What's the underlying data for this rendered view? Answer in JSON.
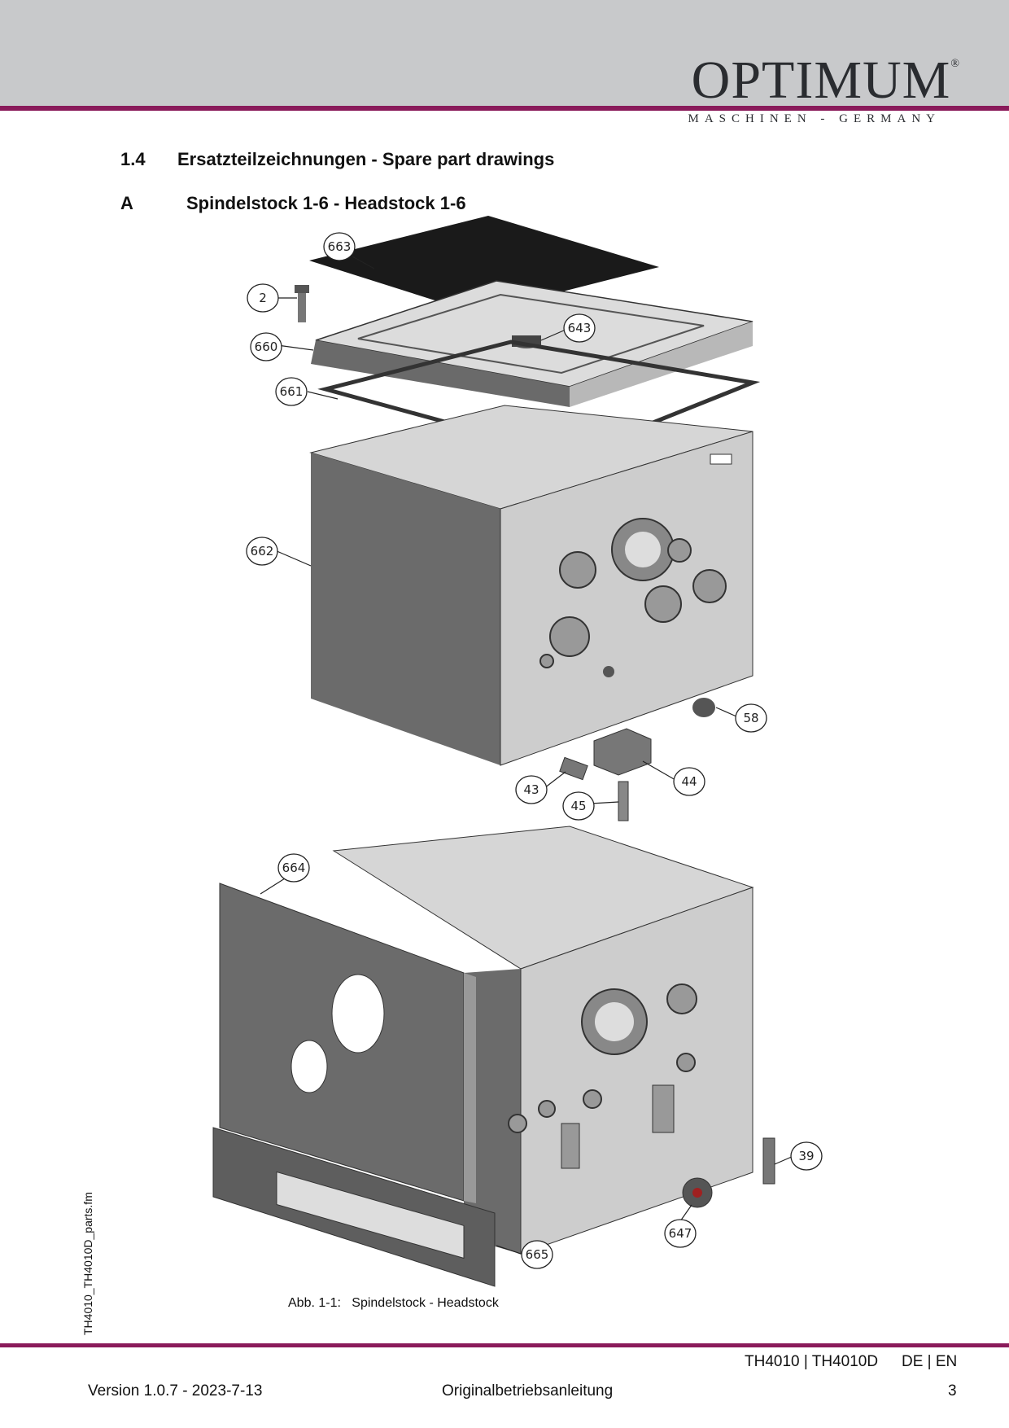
{
  "header": {
    "brand": "OPTIMUM",
    "brand_mark": "®",
    "brand_sub": "MASCHINEN - GERMANY",
    "accent_color": "#8a1a5a"
  },
  "section": {
    "number": "1.4",
    "title": "Ersatzteilzeichnungen - Spare part drawings"
  },
  "subsection": {
    "letter": "A",
    "title": "Spindelstock 1-6 - Headstock 1-6"
  },
  "figure": {
    "callouts": [
      "663",
      "2",
      "643",
      "660",
      "661",
      "662",
      "58",
      "44",
      "43",
      "45",
      "664",
      "39",
      "647",
      "665"
    ],
    "caption_label": "Abb. 1-1:",
    "caption_text": "Spindelstock - Headstock"
  },
  "side_label": "TH4010_TH4010D_parts.fm",
  "footer": {
    "models": "TH4010  |  TH4010D",
    "languages": "DE | EN",
    "version": "Version 1.0.7 - 2023-7-13",
    "doc_type": "Originalbetriebsanleitung",
    "page_number": "3"
  }
}
